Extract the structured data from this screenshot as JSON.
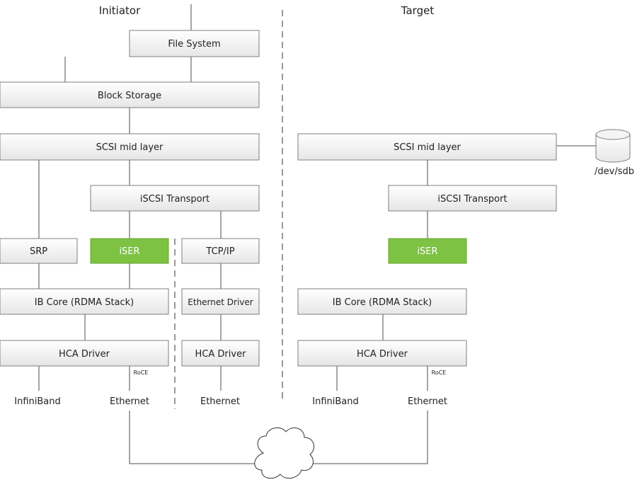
{
  "headers": {
    "initiator": "Initiator",
    "target": "Target"
  },
  "initiator": {
    "file_system": "File System",
    "block_storage": "Block Storage",
    "scsi_mid_layer": "SCSI mid layer",
    "iscsi_transport": "iSCSI Transport",
    "srp": "SRP",
    "iser": "iSER",
    "tcp_ip": "TCP/IP",
    "ib_core": "IB Core (RDMA Stack)",
    "ethernet_driver": "Ethernet Driver",
    "hca_driver_rdma": "HCA Driver",
    "hca_driver_tcp": "HCA Driver",
    "roce_label": "RoCE",
    "infiniband": "InfiniBand",
    "ethernet_rdma": "Ethernet",
    "ethernet_tcp": "Ethernet"
  },
  "target": {
    "scsi_mid_layer": "SCSI mid layer",
    "disk_label": "/dev/sdb",
    "iscsi_transport": "iSCSI Transport",
    "iser": "iSER",
    "ib_core": "IB Core (RDMA Stack)",
    "hca_driver": "HCA Driver",
    "roce_label": "RoCE",
    "infiniband": "InfiniBand",
    "ethernet": "Ethernet"
  },
  "colors": {
    "iser_fill": "#7dc242",
    "box_fill_top": "#ffffff",
    "box_fill_bottom": "#ececec",
    "box_border": "#7f7f7f",
    "line": "#4d4d4d"
  }
}
